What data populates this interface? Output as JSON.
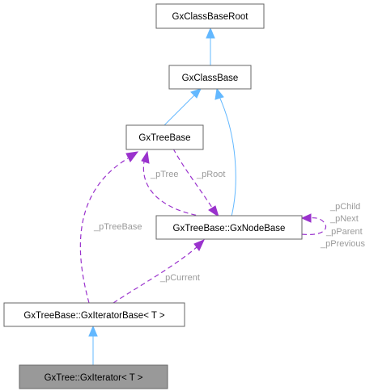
{
  "nodes": {
    "root": "GxClassBaseRoot",
    "class_base": "GxClassBase",
    "tree_base": "GxTreeBase",
    "node_base": "GxTreeBase::GxNodeBase",
    "iterator_base": "GxTreeBase::GxIteratorBase< T >",
    "iterator": "GxTree::GxIterator< T >"
  },
  "edge_labels": {
    "p_tree": "_pTree",
    "p_root": "_pRoot",
    "p_tree_base": "_pTreeBase",
    "p_current": "_pCurrent",
    "self_links": [
      "_pChild",
      "_pNext",
      "_pParent",
      "_pPrevious"
    ]
  },
  "colors": {
    "inheritance": "#63b8ff",
    "association": "#9a32cd",
    "label": "#9a9a9a",
    "highlight_node": "#999999",
    "border": "#666666"
  }
}
